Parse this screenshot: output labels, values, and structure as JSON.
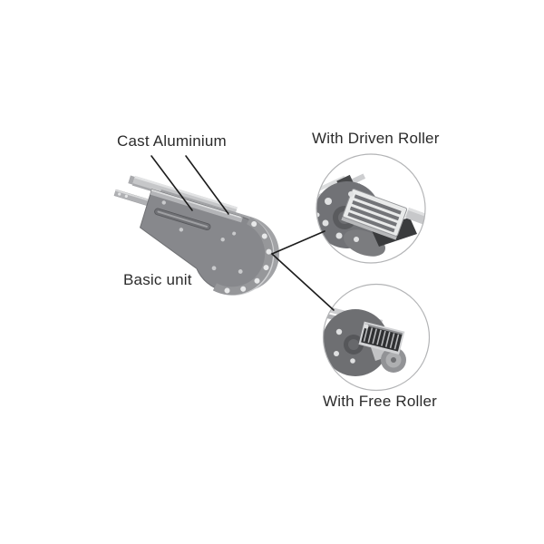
{
  "figure": {
    "type": "technical-illustration",
    "background": "#ffffff",
    "main_unit": {
      "label": "Basic unit",
      "material_label": "Cast Aluminium"
    },
    "details": [
      {
        "label": "With Driven Roller",
        "position": "top-right"
      },
      {
        "label": "With Free Roller",
        "position": "bottom-right"
      }
    ],
    "colors": {
      "text": "#2b2b2b",
      "leader_line": "#1c1c1c",
      "body_gray": "#87888c",
      "body_back_plate": "#a2a3a6",
      "body_dark": "#5a5b5e",
      "rail_light": "#c6c7c9",
      "rail_mid": "#b0b1b4",
      "belt_gray": "#96979a",
      "highlight": "#e8e9ea",
      "detail_circle_outline": "#b3b4b6"
    }
  }
}
